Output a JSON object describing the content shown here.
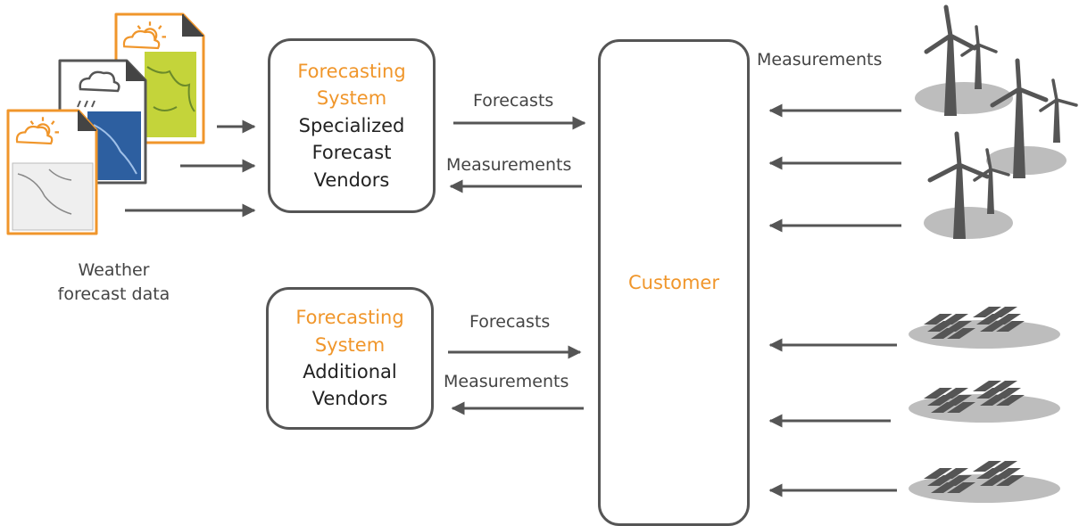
{
  "weather": {
    "caption_line1": "Weather",
    "caption_line2": "forecast data"
  },
  "system1": {
    "title_line1": "Forecasting",
    "title_line2": "System",
    "body_line1": "Specialized",
    "body_line2": "Forecast",
    "body_line3": "Vendors"
  },
  "system2": {
    "title_line1": "Forecasting",
    "title_line2": "System",
    "body_line1": "Additional",
    "body_line2": "Vendors"
  },
  "customer": {
    "label": "Customer"
  },
  "flows": {
    "forecasts_top": "Forecasts",
    "measurements_top": "Measurements",
    "forecasts_bottom": "Forecasts",
    "measurements_bottom": "Measurements",
    "measurements_turbines": "Measurements"
  },
  "colors": {
    "accent": "#f0962b",
    "line": "#555555",
    "icon": "#555555",
    "shadow": "#bdbdbd"
  }
}
